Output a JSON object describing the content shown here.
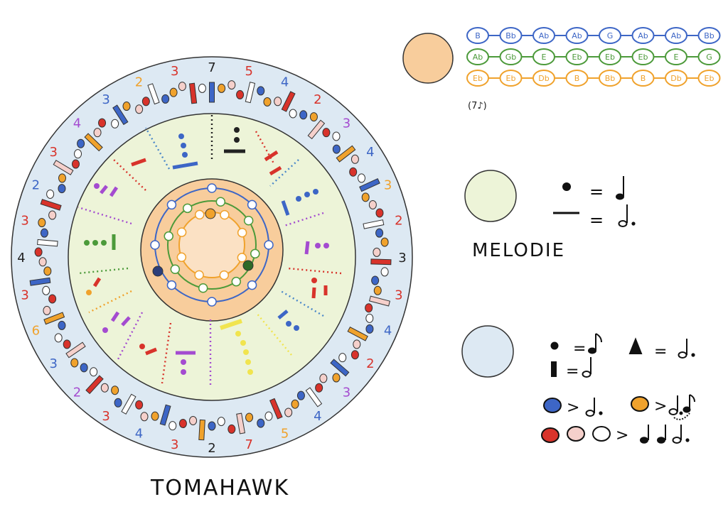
{
  "title": "TOMAHAWK",
  "melodie_label": "MELODIE",
  "rhythm_hint": "(7♪)",
  "colors": {
    "outer_ring": "#dde9f3",
    "middle_ring": "#edf4d8",
    "inner_ring": "#f8cd9c",
    "center": "#fbe1c4",
    "blue": "#3d66c6",
    "green": "#4c9a3a",
    "orange": "#f0a22c",
    "red": "#d8332b",
    "purple": "#a44bd0",
    "yellow": "#f1e44e"
  },
  "note_rows": [
    {
      "name": "blue-row",
      "color": "#3d66c6",
      "notes": [
        "B",
        "Bb",
        "Ab",
        "Ab",
        "G",
        "Ab",
        "Ab",
        "Bb"
      ]
    },
    {
      "name": "green-row",
      "color": "#4c9a3a",
      "notes": [
        "Ab",
        "Gb",
        "E",
        "Eb",
        "Eb",
        "Eb",
        "E",
        "G"
      ]
    },
    {
      "name": "orange-row",
      "color": "#f0a22c",
      "notes": [
        "Eb",
        "Eb",
        "Db",
        "B",
        "Bb",
        "B",
        "Db",
        "Eb"
      ]
    }
  ],
  "ring_numbers": [
    "7",
    "5",
    "4",
    "2",
    "3",
    "4",
    "3",
    "2",
    "3",
    "3",
    "4",
    "2",
    "3",
    "4",
    "5",
    "7",
    "2",
    "3",
    "4",
    "3",
    "2",
    "3",
    "6",
    "3",
    "4",
    "3",
    "2",
    "3",
    "4",
    "3",
    "2",
    "3"
  ],
  "legend": {
    "melody_dot_eq": "=",
    "melody_dash_eq": "=",
    "outer_dot_eq": "=",
    "outer_triangle_eq": "=",
    "outer_bar_eq": "=",
    "blue_arrow": ">",
    "orange_arrow": ">",
    "multi_arrow": ">"
  }
}
